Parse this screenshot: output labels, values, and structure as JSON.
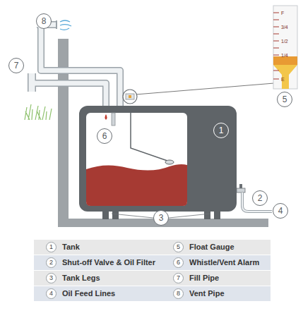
{
  "diagram": {
    "nodes": [
      {
        "text": [
          "8"
        ]
      },
      {
        "text": [
          "7"
        ]
      },
      {
        "text": [
          "5"
        ]
      },
      {
        "text": [
          "6"
        ]
      },
      {
        "text": [
          "1"
        ]
      },
      {
        "text": [
          "2"
        ]
      },
      {
        "text": [
          "4"
        ]
      },
      {
        "text": [
          "3"
        ]
      }
    ],
    "labels": [
      "F",
      "3/4",
      "1/2",
      "1/4",
      "E",
      "1",
      "Tank",
      "5",
      "Float Gauge",
      "2",
      "Shut-off Valve & Oil Filter",
      "6",
      "Whistle/Vent Alarm",
      "3",
      "Tank Legs",
      "7",
      "Fill Pipe",
      "4",
      "Oil Feed Lines",
      "8",
      "Vent Pipe"
    ]
  }
}
